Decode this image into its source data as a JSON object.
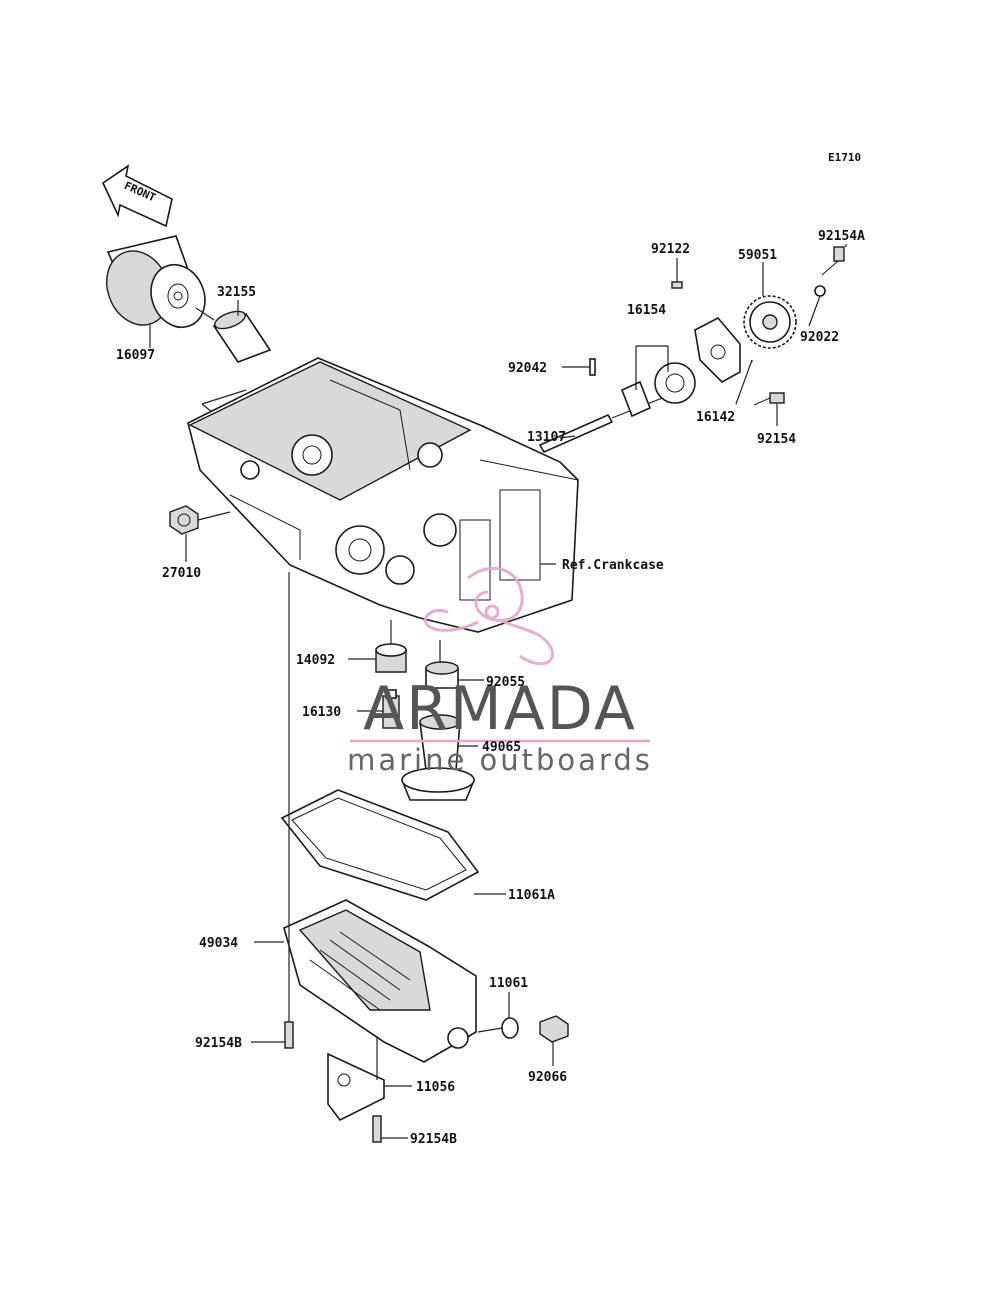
{
  "diagram_code": "E1710",
  "direction_arrow": {
    "label": "FRONT",
    "icon": "front-arrow-icon"
  },
  "reference_label": "Ref.Crankcase",
  "watermark": {
    "brand": "ARMADA",
    "tagline": "marine outboards",
    "logo_icon": "propeller-logo-icon",
    "accent_color": "#e8a6c8"
  },
  "parts": [
    {
      "id": "p16097",
      "number": "16097"
    },
    {
      "id": "p32155",
      "number": "32155"
    },
    {
      "id": "p27010",
      "number": "27010"
    },
    {
      "id": "p92122",
      "number": "92122"
    },
    {
      "id": "p59051",
      "number": "59051"
    },
    {
      "id": "p92154A",
      "number": "92154A"
    },
    {
      "id": "p16154",
      "number": "16154"
    },
    {
      "id": "p92042",
      "number": "92042"
    },
    {
      "id": "p92022",
      "number": "92022"
    },
    {
      "id": "p13107",
      "number": "13107"
    },
    {
      "id": "p16142",
      "number": "16142"
    },
    {
      "id": "p92154",
      "number": "92154"
    },
    {
      "id": "p14092",
      "number": "14092"
    },
    {
      "id": "p92055",
      "number": "92055"
    },
    {
      "id": "p16130",
      "number": "16130"
    },
    {
      "id": "p49065",
      "number": "49065"
    },
    {
      "id": "p11061A",
      "number": "11061A"
    },
    {
      "id": "p49034",
      "number": "49034"
    },
    {
      "id": "p11061",
      "number": "11061"
    },
    {
      "id": "p92154B_a",
      "number": "92154B"
    },
    {
      "id": "p92066",
      "number": "92066"
    },
    {
      "id": "p11056",
      "number": "11056"
    },
    {
      "id": "p92154B_b",
      "number": "92154B"
    }
  ]
}
